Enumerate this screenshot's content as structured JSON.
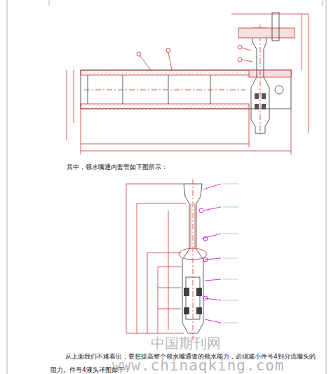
{
  "diagram": {
    "labels": [
      "其中，领水嘴通内套管如下图所示：",
      "从上面我们不难看出，要想提高整个领水嘴通道的领水能力，必须减小件号4到分流嘴头的",
      "阻力。件号4液头详图如下：",
      "中国期刊网",
      "www.chinaqking.com"
    ]
  }
}
